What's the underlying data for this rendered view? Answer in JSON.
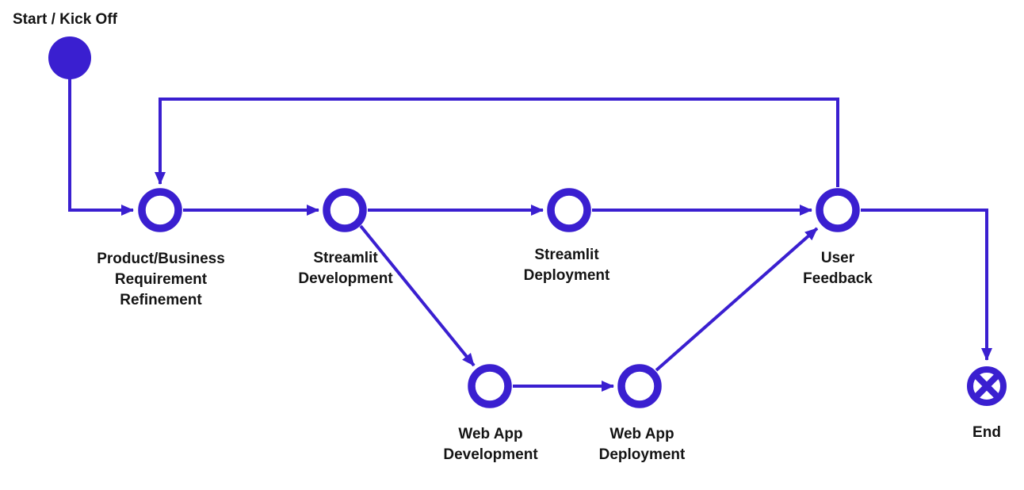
{
  "diagram": {
    "accent_color": "#3A1FD0",
    "text_color": "#141414",
    "background_color": "#FFFFFF",
    "start_label": "Start / Kick Off",
    "end_label": "End",
    "nodes": {
      "requirement": {
        "label": "Product/Business\nRequirement\nRefinement"
      },
      "streamlit_dev": {
        "label": "Streamlit\nDevelopment"
      },
      "streamlit_deploy": {
        "label": "Streamlit\nDeployment"
      },
      "user_feedback": {
        "label": "User\nFeedback"
      },
      "webapp_dev": {
        "label": "Web App\nDevelopment"
      },
      "webapp_deploy": {
        "label": "Web App\nDeployment"
      }
    },
    "edges": [
      {
        "from": "Start / Kick Off",
        "to": "Product/Business Requirement Refinement"
      },
      {
        "from": "Product/Business Requirement Refinement",
        "to": "Streamlit Development"
      },
      {
        "from": "Streamlit Development",
        "to": "Streamlit Deployment"
      },
      {
        "from": "Streamlit Deployment",
        "to": "User Feedback"
      },
      {
        "from": "Streamlit Development",
        "to": "Web App Development"
      },
      {
        "from": "Web App Development",
        "to": "Web App Deployment"
      },
      {
        "from": "Web App Deployment",
        "to": "User Feedback"
      },
      {
        "from": "User Feedback",
        "to": "Product/Business Requirement Refinement"
      },
      {
        "from": "User Feedback",
        "to": "End"
      }
    ]
  }
}
